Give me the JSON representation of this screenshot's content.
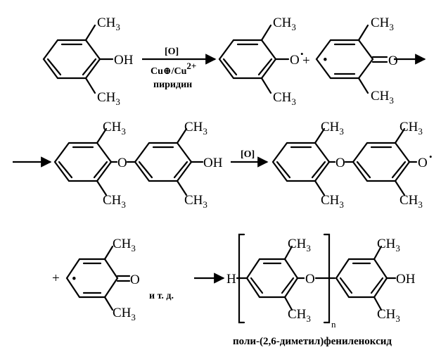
{
  "labels": {
    "methyl": "CH",
    "methyl_sub": "3",
    "hydroxyl": "OH",
    "oxygen": "O",
    "hydrogen": "H",
    "repeat_index": "n",
    "plus": "+",
    "radical_dot": "•",
    "radical_mark": "•"
  },
  "conditions": {
    "oxidant": "[O]",
    "catalyst": "Cu⊕/Cu",
    "catalyst_charge": "2+",
    "solvent": "пиридин",
    "continuation": "и т. д."
  },
  "caption": "поли-(2,6-диметил)фениленоксид"
}
